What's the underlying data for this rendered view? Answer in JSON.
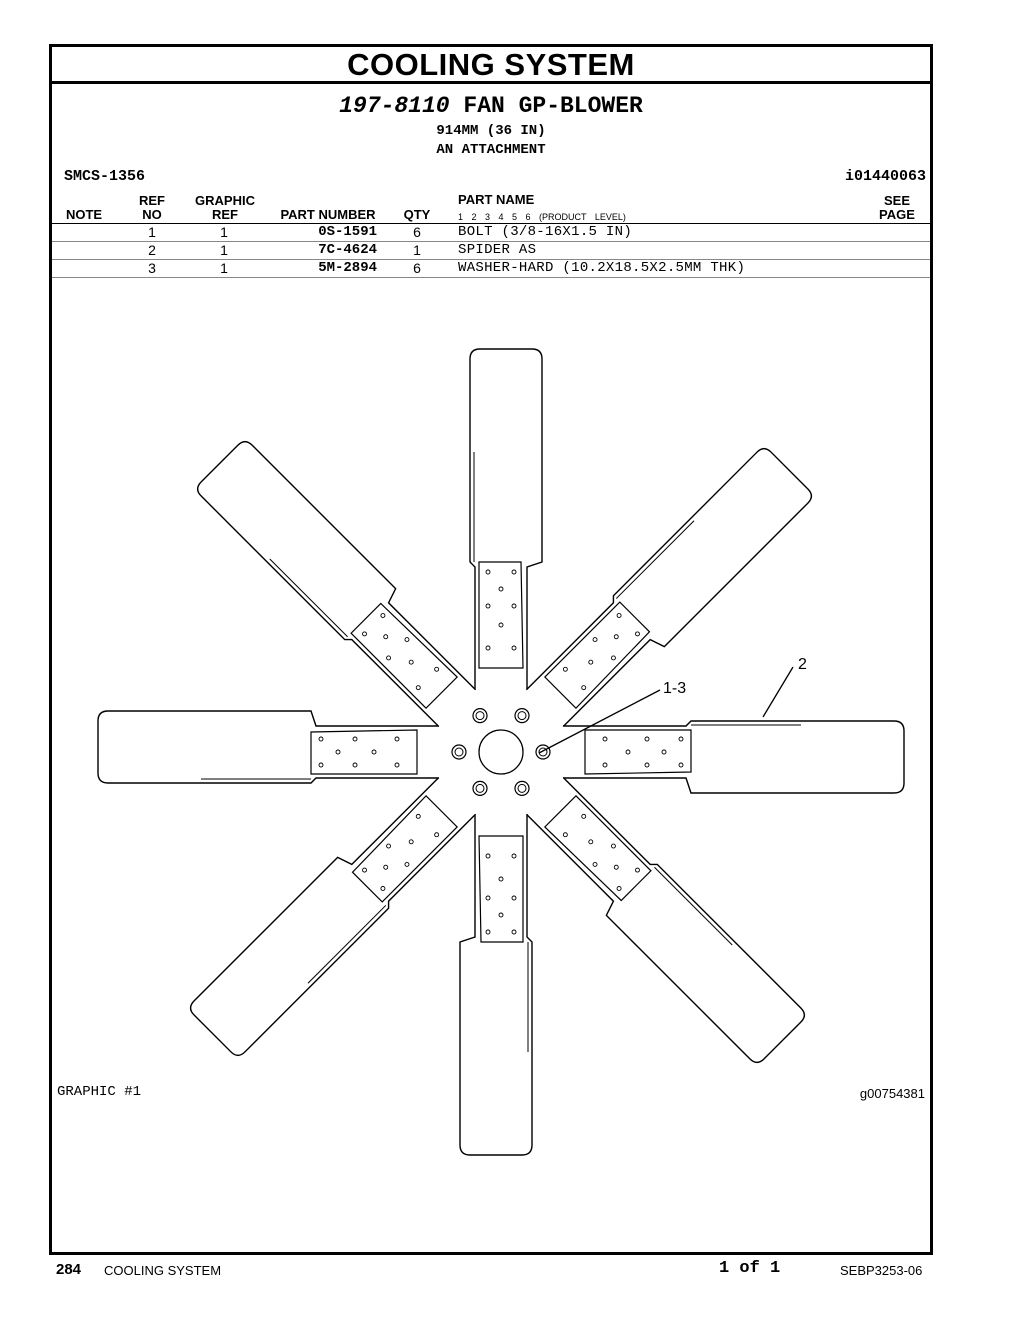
{
  "header": {
    "section_title": "COOLING SYSTEM",
    "group_number": "197-8110",
    "group_name": "FAN GP-BLOWER",
    "spec_line1": "914MM (36 IN)",
    "spec_line2": "AN ATTACHMENT",
    "smcs": "SMCS-1356",
    "illustration_id": "i01440063"
  },
  "columns": {
    "note": "NOTE",
    "ref_top": "REF",
    "ref_bottom": "NO",
    "graphic_top": "GRAPHIC",
    "graphic_bottom": "REF",
    "part_number": "PART NUMBER",
    "qty": "QTY",
    "part_name": "PART NAME",
    "product_level": "1 2 3 4 5 6 (PRODUCT LEVEL)",
    "see_top": "SEE",
    "see_bottom": "PAGE"
  },
  "parts": [
    {
      "ref": "1",
      "graphic": "1",
      "part_number": "0S-1591",
      "qty": "6",
      "name": "BOLT (3/8-16X1.5 IN)"
    },
    {
      "ref": "2",
      "graphic": "1",
      "part_number": "7C-4624",
      "qty": "1",
      "name": "SPIDER AS"
    },
    {
      "ref": "3",
      "graphic": "1",
      "part_number": "5M-2894",
      "qty": "6",
      "name": "WASHER-HARD (10.2X18.5X2.5MM THK)"
    }
  ],
  "graphic": {
    "label": "GRAPHIC #1",
    "graphic_id": "g00754381",
    "callout_spider": "2",
    "callout_bolts": "1-3"
  },
  "footer": {
    "page_number": "284",
    "section": "COOLING SYSTEM",
    "page_of": "1 of 1",
    "doc_id": "SEBP3253-06"
  }
}
